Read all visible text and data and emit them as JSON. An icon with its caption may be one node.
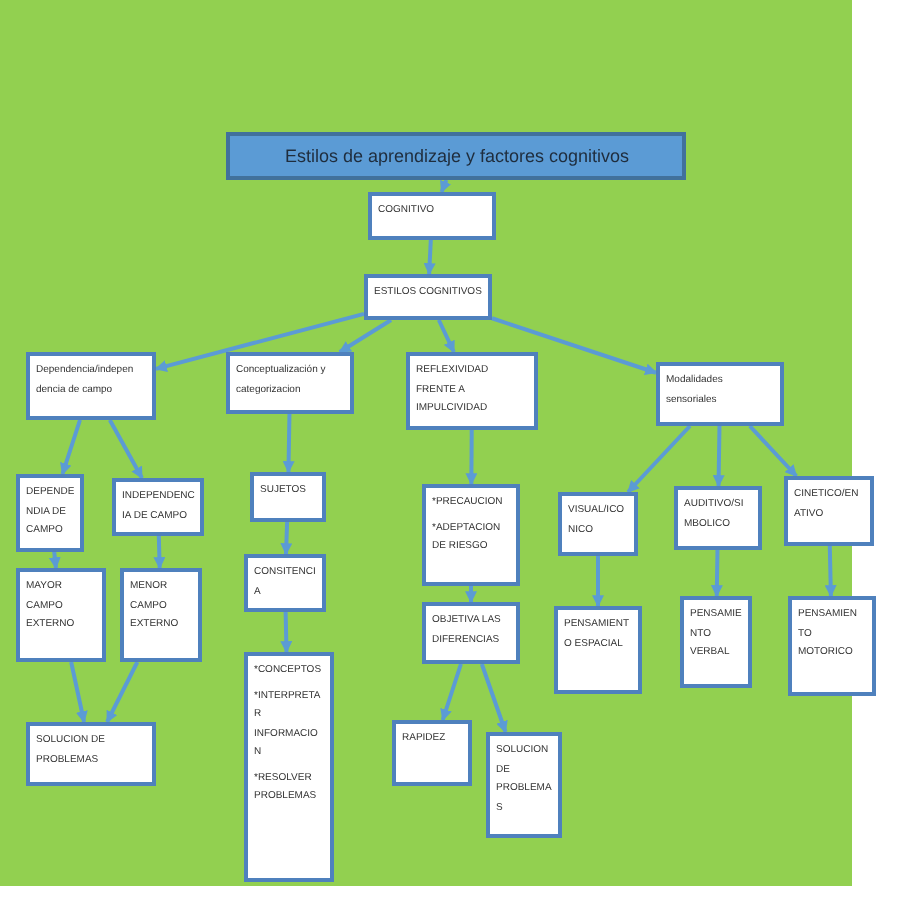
{
  "diagram": {
    "nodes": [
      {
        "text": [
          "Estilos de aprendizaje y factores cognitivos"
        ]
      },
      {
        "text": [
          "COGNITIVO"
        ]
      },
      {
        "text": [
          "ESTILOS COGNITIVOS"
        ]
      },
      {
        "text": [
          "Dependencia/indepen dencia de campo"
        ]
      },
      {
        "text": [
          "Conceptualización y categorizacion"
        ]
      },
      {
        "text": [
          "REFLEXIVIDAD FRENTE A IMPULCIVIDAD"
        ]
      },
      {
        "text": [
          "Modalidades sensoriales"
        ]
      },
      {
        "text": [
          "DEPENDE NDIA DE CAMPO"
        ]
      },
      {
        "text": [
          "INDEPENDENC IA DE CAMPO"
        ]
      },
      {
        "text": [
          "SUJETOS"
        ]
      },
      {
        "text": [
          "*PRECAUCION",
          "*ADEPTACION DE RIESGO"
        ]
      },
      {
        "text": [
          "VISUAL/ICO NICO"
        ]
      },
      {
        "text": [
          "AUDITIVO/SI MBOLICO"
        ]
      },
      {
        "text": [
          "CINETICO/EN ATIVO"
        ]
      },
      {
        "text": [
          "MAYOR CAMPO EXTERNO"
        ]
      },
      {
        "text": [
          "MENOR CAMPO EXTERNO"
        ]
      },
      {
        "text": [
          "CONSITENCI A"
        ]
      },
      {
        "text": [
          "OBJETIVA LAS DIFERENCIAS"
        ]
      },
      {
        "text": [
          "PENSAMIENT O ESPACIAL"
        ]
      },
      {
        "text": [
          "PENSAMIE NTO VERBAL"
        ]
      },
      {
        "text": [
          "PENSAMIEN TO MOTORICO"
        ]
      },
      {
        "text": [
          "SOLUCION DE PROBLEMAS"
        ]
      },
      {
        "text": [
          "*CONCEPTOS",
          "*INTERPRETA R INFORMACIO N",
          "*RESOLVER PROBLEMAS"
        ]
      },
      {
        "text": [
          "RAPIDEZ"
        ]
      },
      {
        "text": [
          "SOLUCION DE PROBLEMA S"
        ]
      }
    ],
    "edges": [
      {
        "from": 0,
        "to": 1,
        "arrow": "to"
      },
      {
        "from": 1,
        "to": 2,
        "arrow": "to"
      },
      {
        "from": 2,
        "to": 3,
        "arrow": "to"
      },
      {
        "from": 2,
        "to": 4,
        "arrow": "to"
      },
      {
        "from": 2,
        "to": 5,
        "arrow": "to"
      },
      {
        "from": 2,
        "to": 6,
        "arrow": "to"
      },
      {
        "from": 3,
        "to": 7,
        "arrow": "to"
      },
      {
        "from": 3,
        "to": 8,
        "arrow": "to"
      },
      {
        "from": 4,
        "to": 9,
        "arrow": "to"
      },
      {
        "from": 5,
        "to": 10,
        "arrow": "to"
      },
      {
        "from": 6,
        "to": 11,
        "arrow": "to"
      },
      {
        "from": 6,
        "to": 12,
        "arrow": "to"
      },
      {
        "from": 6,
        "to": 13,
        "arrow": "to"
      },
      {
        "from": 7,
        "to": 14,
        "arrow": "to"
      },
      {
        "from": 8,
        "to": 15,
        "arrow": "to"
      },
      {
        "from": 9,
        "to": 16,
        "arrow": "to"
      },
      {
        "from": 10,
        "to": 17,
        "arrow": "to"
      },
      {
        "from": 11,
        "to": 18,
        "arrow": "to"
      },
      {
        "from": 12,
        "to": 19,
        "arrow": "to"
      },
      {
        "from": 13,
        "to": 20,
        "arrow": "to"
      },
      {
        "from": 14,
        "to": 21,
        "arrow": "to"
      },
      {
        "from": 15,
        "to": 21,
        "arrow": "to"
      },
      {
        "from": 16,
        "to": 22,
        "arrow": "to"
      },
      {
        "from": 17,
        "to": 23,
        "arrow": "to"
      },
      {
        "from": 17,
        "to": 24,
        "arrow": "to"
      }
    ]
  }
}
